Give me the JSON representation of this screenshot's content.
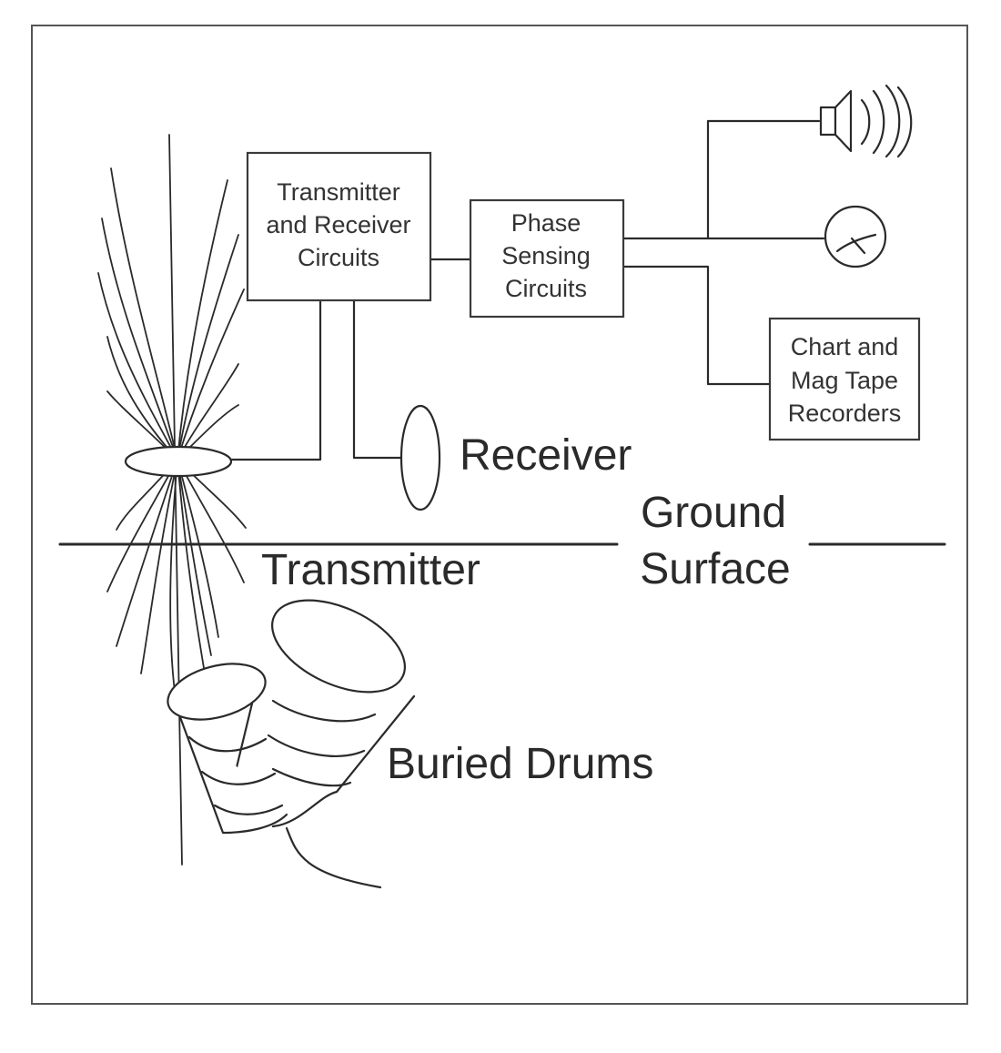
{
  "boxes": {
    "tr_circuits": [
      "Transmitter",
      "and Receiver",
      "Circuits"
    ],
    "phase_circuits": [
      "Phase",
      "Sensing",
      "Circuits"
    ],
    "recorders": [
      "Chart and",
      "Mag Tape",
      "Recorders"
    ]
  },
  "labels": {
    "receiver": "Receiver",
    "ground": "Ground",
    "surface": "Surface",
    "transmitter": "Transmitter",
    "buried_drums": "Buried Drums"
  },
  "icons": {
    "speaker": "speaker-icon",
    "meter": "meter-icon"
  }
}
